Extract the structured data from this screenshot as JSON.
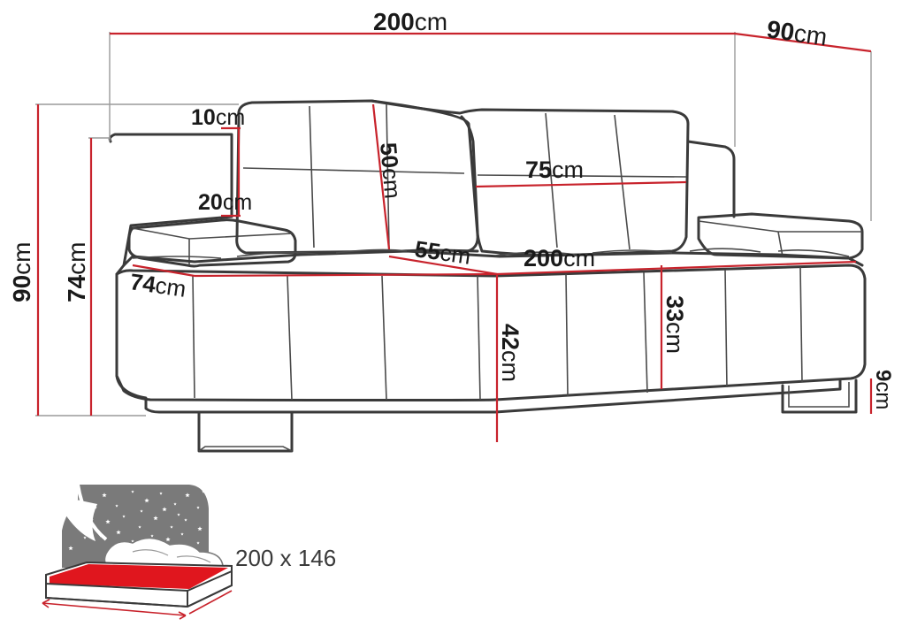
{
  "dimensions": {
    "top_width": {
      "value": "200",
      "unit": "cm"
    },
    "top_depth": {
      "value": "90",
      "unit": "cm"
    },
    "total_height": {
      "value": "90",
      "unit": "cm"
    },
    "side_height": {
      "value": "74",
      "unit": "cm"
    },
    "armrest_width": {
      "value": "10",
      "unit": "cm"
    },
    "armrest_height": {
      "value": "20",
      "unit": "cm"
    },
    "back_height": {
      "value": "50",
      "unit": "cm"
    },
    "cushion_width": {
      "value": "75",
      "unit": "cm"
    },
    "seat_depth": {
      "value": "55",
      "unit": "cm"
    },
    "seat_width": {
      "value": "200",
      "unit": "cm"
    },
    "arm_depth": {
      "value": "74",
      "unit": "cm"
    },
    "seat_height": {
      "value": "42",
      "unit": "cm"
    },
    "base_height": {
      "value": "33",
      "unit": "cm"
    },
    "leg_height": {
      "value": "9",
      "unit": "cm"
    }
  },
  "sleeping_area": {
    "label": "200 x 146"
  },
  "colors": {
    "dimension_line": "#c8232c",
    "outline": "#3a3a3a",
    "icon_background": "#7a7a7a",
    "mattress": "#e0161e"
  },
  "icons": [
    "sofa-outline-icon",
    "sleeping-area-icon",
    "star-icon"
  ]
}
